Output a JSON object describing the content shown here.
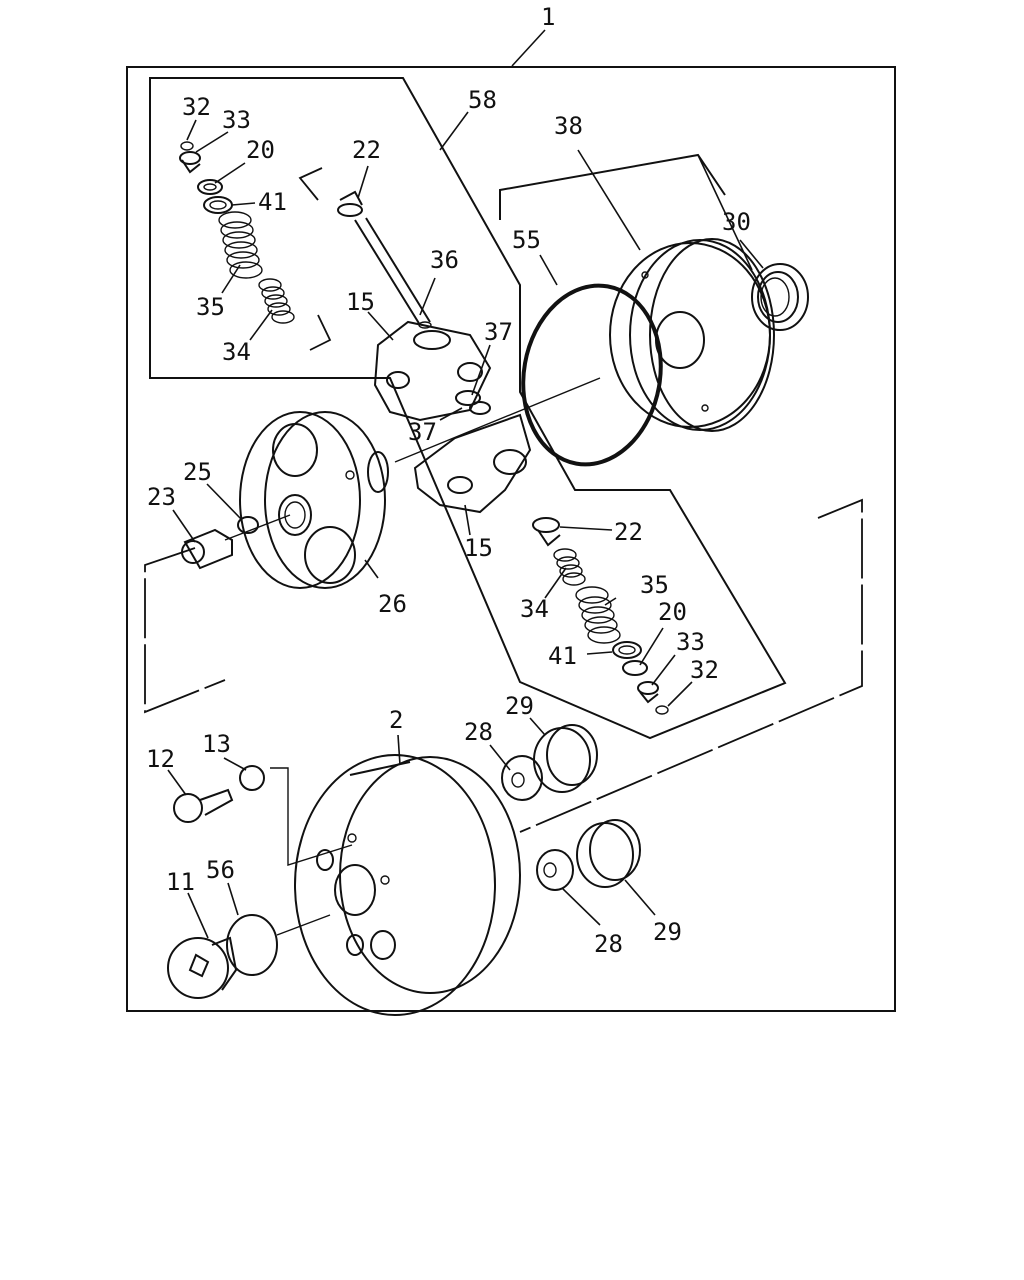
{
  "callouts": {
    "c1": "1",
    "c58": "58",
    "c32a": "32",
    "c33a": "33",
    "c20a": "20",
    "c41a": "41",
    "c35a": "35",
    "c34a": "34",
    "c22a": "22",
    "c36": "36",
    "c15a": "15",
    "c37a": "37",
    "c37b": "37",
    "c38": "38",
    "c30": "30",
    "c55": "55",
    "c25": "25",
    "c23": "23",
    "c26": "26",
    "c15b": "15",
    "c22b": "22",
    "c35b": "35",
    "c34b": "34",
    "c20b": "20",
    "c41b": "41",
    "c33b": "33",
    "c32b": "32",
    "c2": "2",
    "c13": "13",
    "c12": "12",
    "c28a": "28",
    "c29a": "29",
    "c11": "11",
    "c56": "56",
    "c28b": "28",
    "c29b": "29"
  }
}
